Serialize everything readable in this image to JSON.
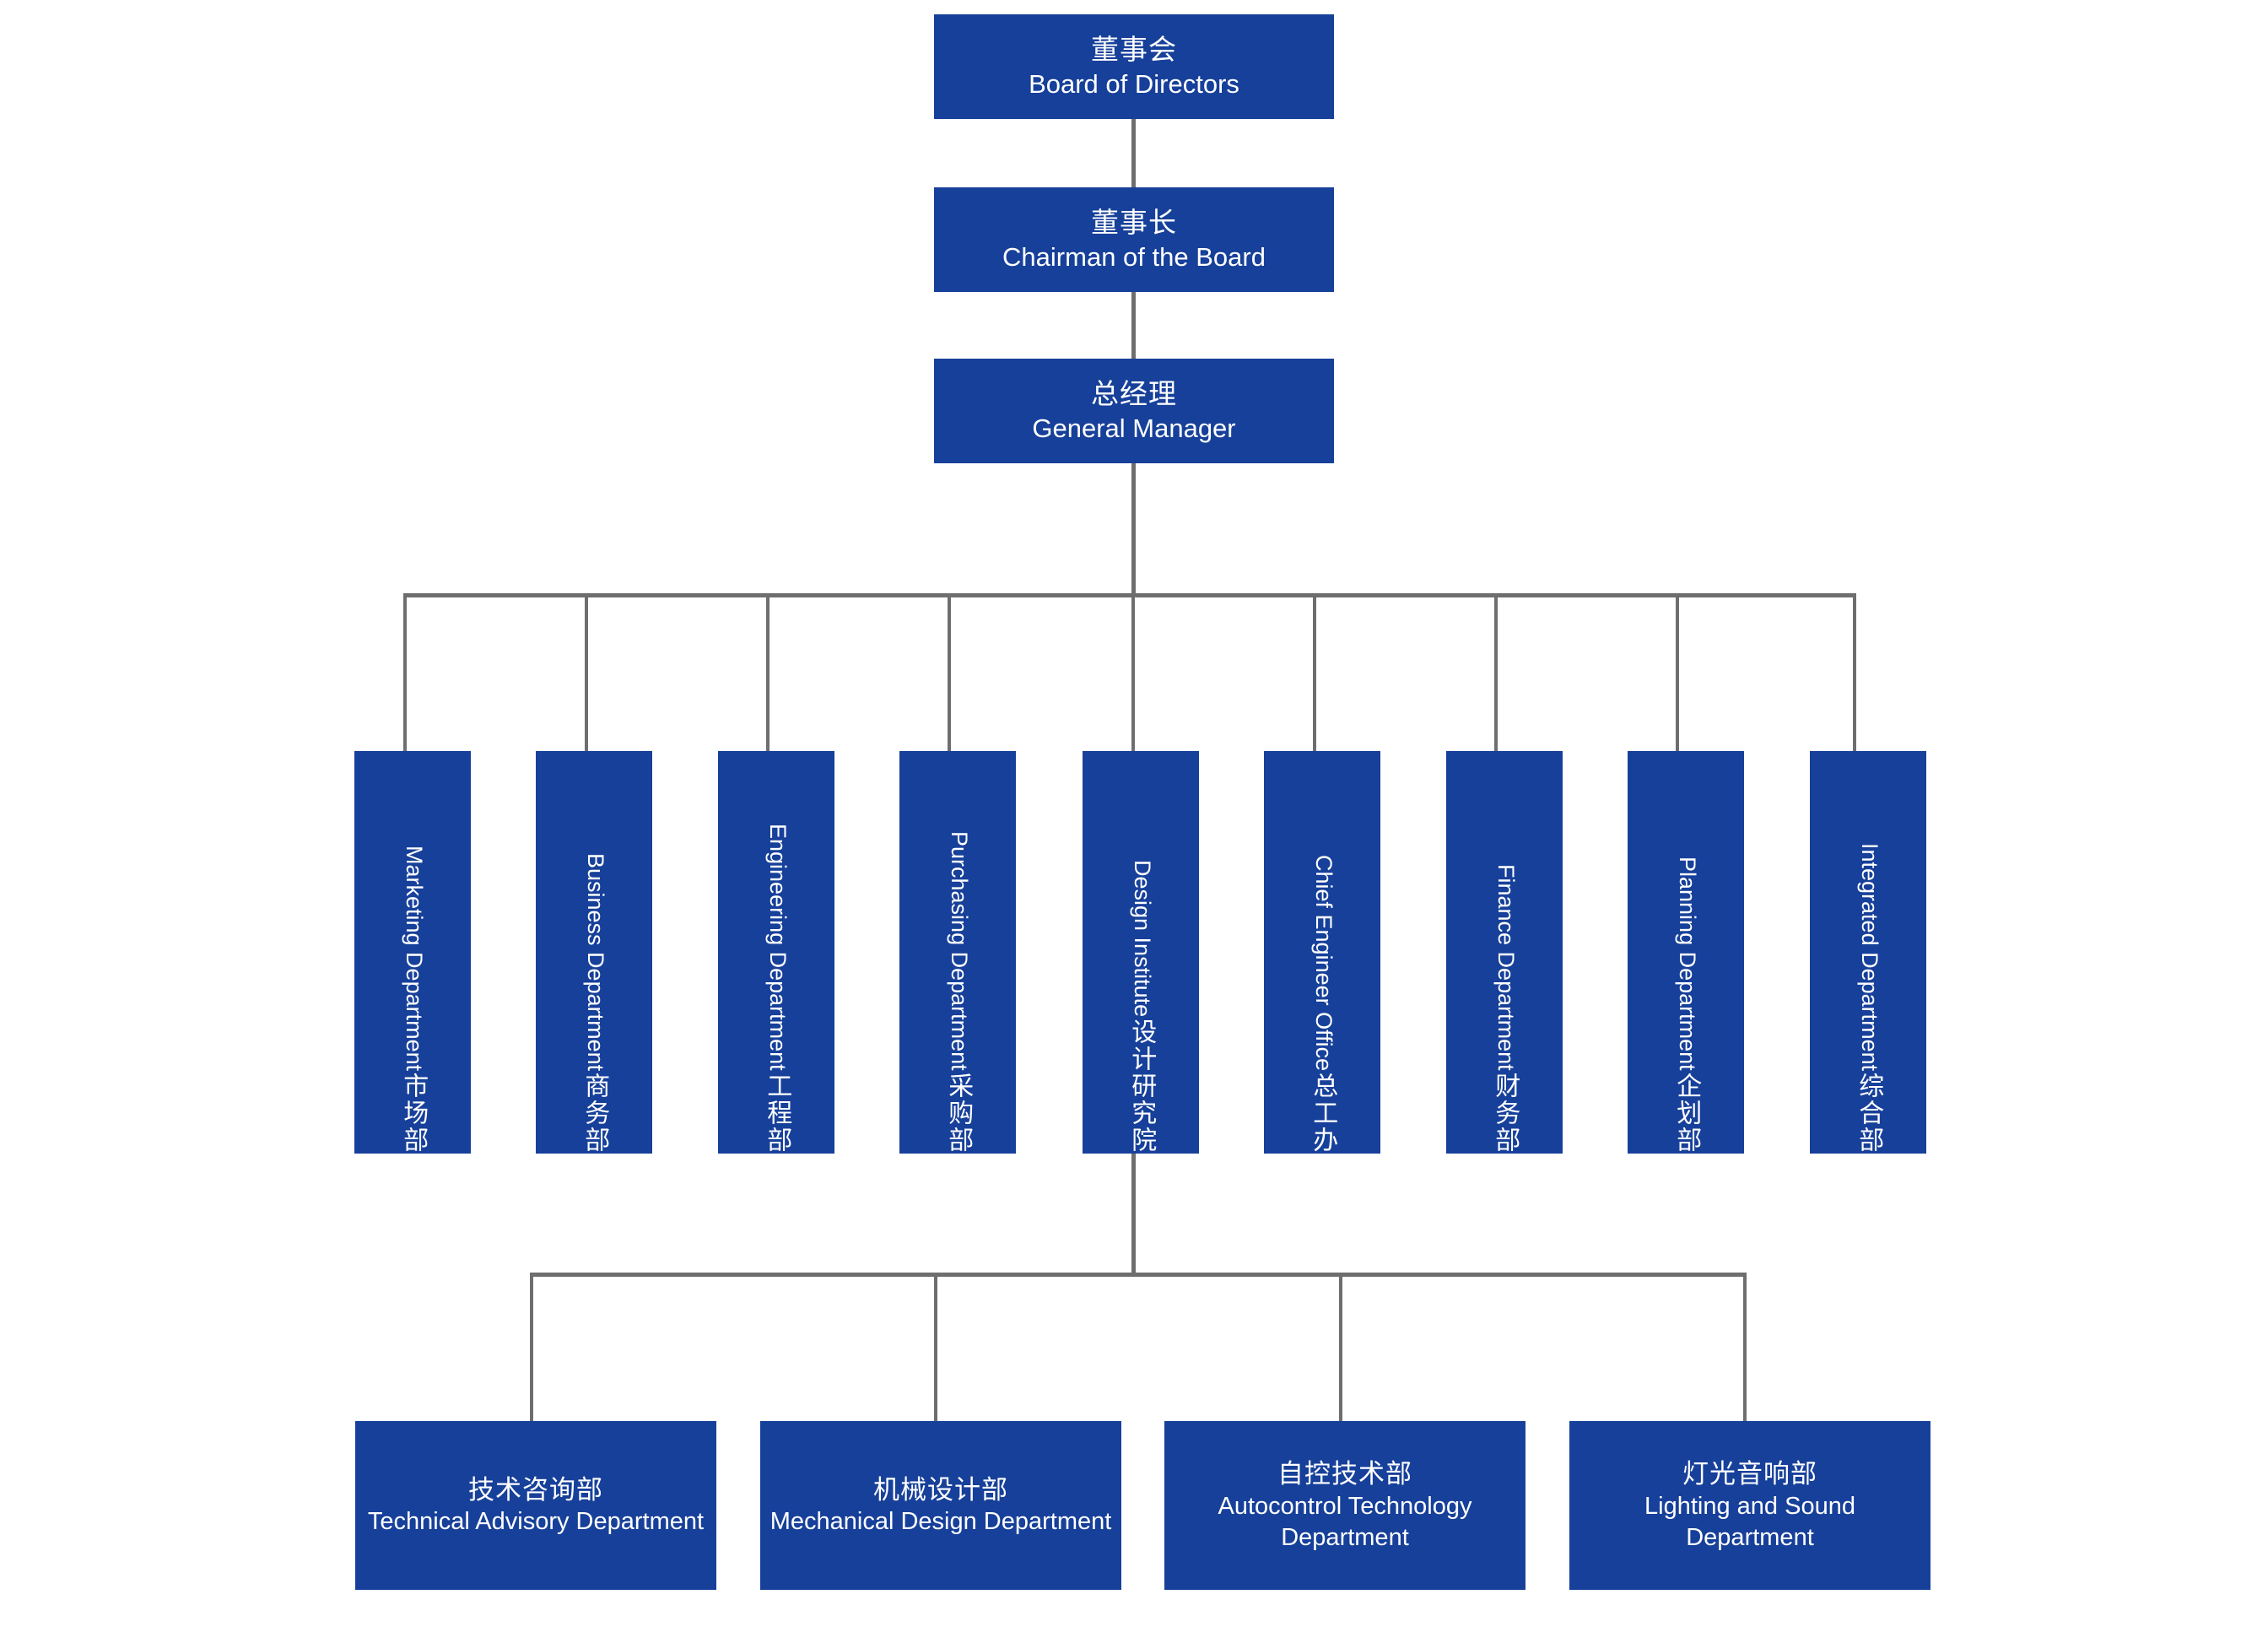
{
  "colors": {
    "node_fill": "#17409A",
    "node_text": "#FFFFFF",
    "connector": "#6E6E6E",
    "background": "#FFFFFF"
  },
  "top_chain": [
    {
      "cn": "董事会",
      "en": "Board of Directors"
    },
    {
      "cn": "董事长",
      "en": "Chairman of the Board"
    },
    {
      "cn": "总经理",
      "en": "General Manager"
    }
  ],
  "departments": [
    {
      "cn": "市场部",
      "en": "Marketing Department"
    },
    {
      "cn": "商务部",
      "en": "Business Department"
    },
    {
      "cn": "工程部",
      "en": "Engineering Department"
    },
    {
      "cn": "采购部",
      "en": "Purchasing Department"
    },
    {
      "cn": "设计研究院",
      "en": "Design Institute"
    },
    {
      "cn": "总工办",
      "en": "Chief Engineer Office"
    },
    {
      "cn": "财务部",
      "en": "Finance Department"
    },
    {
      "cn": "企划部",
      "en": "Planning Department"
    },
    {
      "cn": "综合部",
      "en": "Integrated Department"
    }
  ],
  "sub_departments": [
    {
      "cn": "技术咨询部",
      "en": "Technical Advisory Department"
    },
    {
      "cn": "机械设计部",
      "en": "Mechanical Design Department"
    },
    {
      "cn": "自控技术部",
      "en": "Autocontrol Technology Department"
    },
    {
      "cn": "灯光音响部",
      "en": "Lighting and Sound Department"
    }
  ]
}
